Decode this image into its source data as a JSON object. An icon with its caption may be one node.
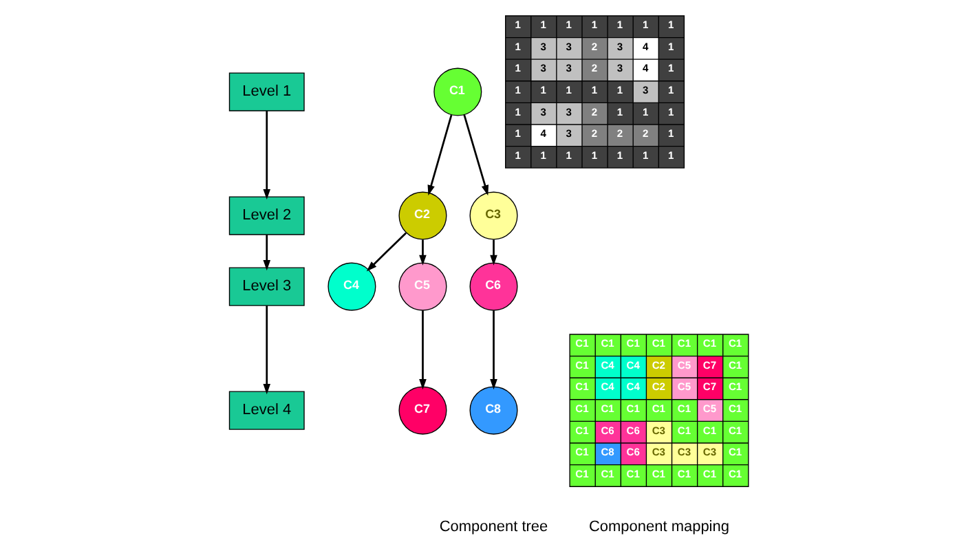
{
  "diagram": {
    "nodes": [
      {
        "text": [
          "Level 1"
        ]
      },
      {
        "text": [
          "Level 2"
        ]
      },
      {
        "text": [
          "Level 3"
        ]
      },
      {
        "text": [
          "Level 4"
        ]
      },
      {
        "text": [
          "C1"
        ]
      },
      {
        "text": [
          "C2"
        ]
      },
      {
        "text": [
          "C3"
        ]
      },
      {
        "text": [
          "C4"
        ]
      },
      {
        "text": [
          "C5"
        ]
      },
      {
        "text": [
          "C6"
        ]
      },
      {
        "text": [
          "C7"
        ]
      },
      {
        "text": [
          "C8"
        ]
      }
    ],
    "edges": [
      {
        "from": 0,
        "to": 1,
        "arrow": "to"
      },
      {
        "from": 1,
        "to": 2,
        "arrow": "to"
      },
      {
        "from": 2,
        "to": 3,
        "arrow": "to"
      },
      {
        "from": 4,
        "to": 5,
        "arrow": "to"
      },
      {
        "from": 4,
        "to": 6,
        "arrow": "to"
      },
      {
        "from": 5,
        "to": 7,
        "arrow": "to"
      },
      {
        "from": 5,
        "to": 8,
        "arrow": "to"
      },
      {
        "from": 6,
        "to": 9,
        "arrow": "to"
      },
      {
        "from": 8,
        "to": 10,
        "arrow": "to"
      },
      {
        "from": 9,
        "to": 11,
        "arrow": "to"
      }
    ],
    "labels": [
      "1",
      "1",
      "1",
      "1",
      "1",
      "1",
      "1",
      "1",
      "3",
      "3",
      "2",
      "3",
      "4",
      "1",
      "1",
      "3",
      "3",
      "2",
      "3",
      "4",
      "1",
      "1",
      "1",
      "1",
      "1",
      "1",
      "3",
      "1",
      "1",
      "3",
      "3",
      "2",
      "1",
      "1",
      "1",
      "1",
      "4",
      "3",
      "2",
      "2",
      "2",
      "1",
      "1",
      "1",
      "1",
      "1",
      "1",
      "1",
      "1",
      "C1",
      "C1",
      "C1",
      "C1",
      "C1",
      "C1",
      "C1",
      "C1",
      "C4",
      "C4",
      "C2",
      "C5",
      "C7",
      "C1",
      "C1",
      "C4",
      "C4",
      "C2",
      "C5",
      "C7",
      "C1",
      "C1",
      "C1",
      "C1",
      "C1",
      "C1",
      "C5",
      "C1",
      "C1",
      "C6",
      "C6",
      "C3",
      "C1",
      "C1",
      "C1",
      "C1",
      "C8",
      "C6",
      "C3",
      "C3",
      "C3",
      "C1",
      "C1",
      "C1",
      "C1",
      "C1",
      "C1",
      "C1",
      "C1",
      "Component tree",
      "Component mapping"
    ]
  }
}
